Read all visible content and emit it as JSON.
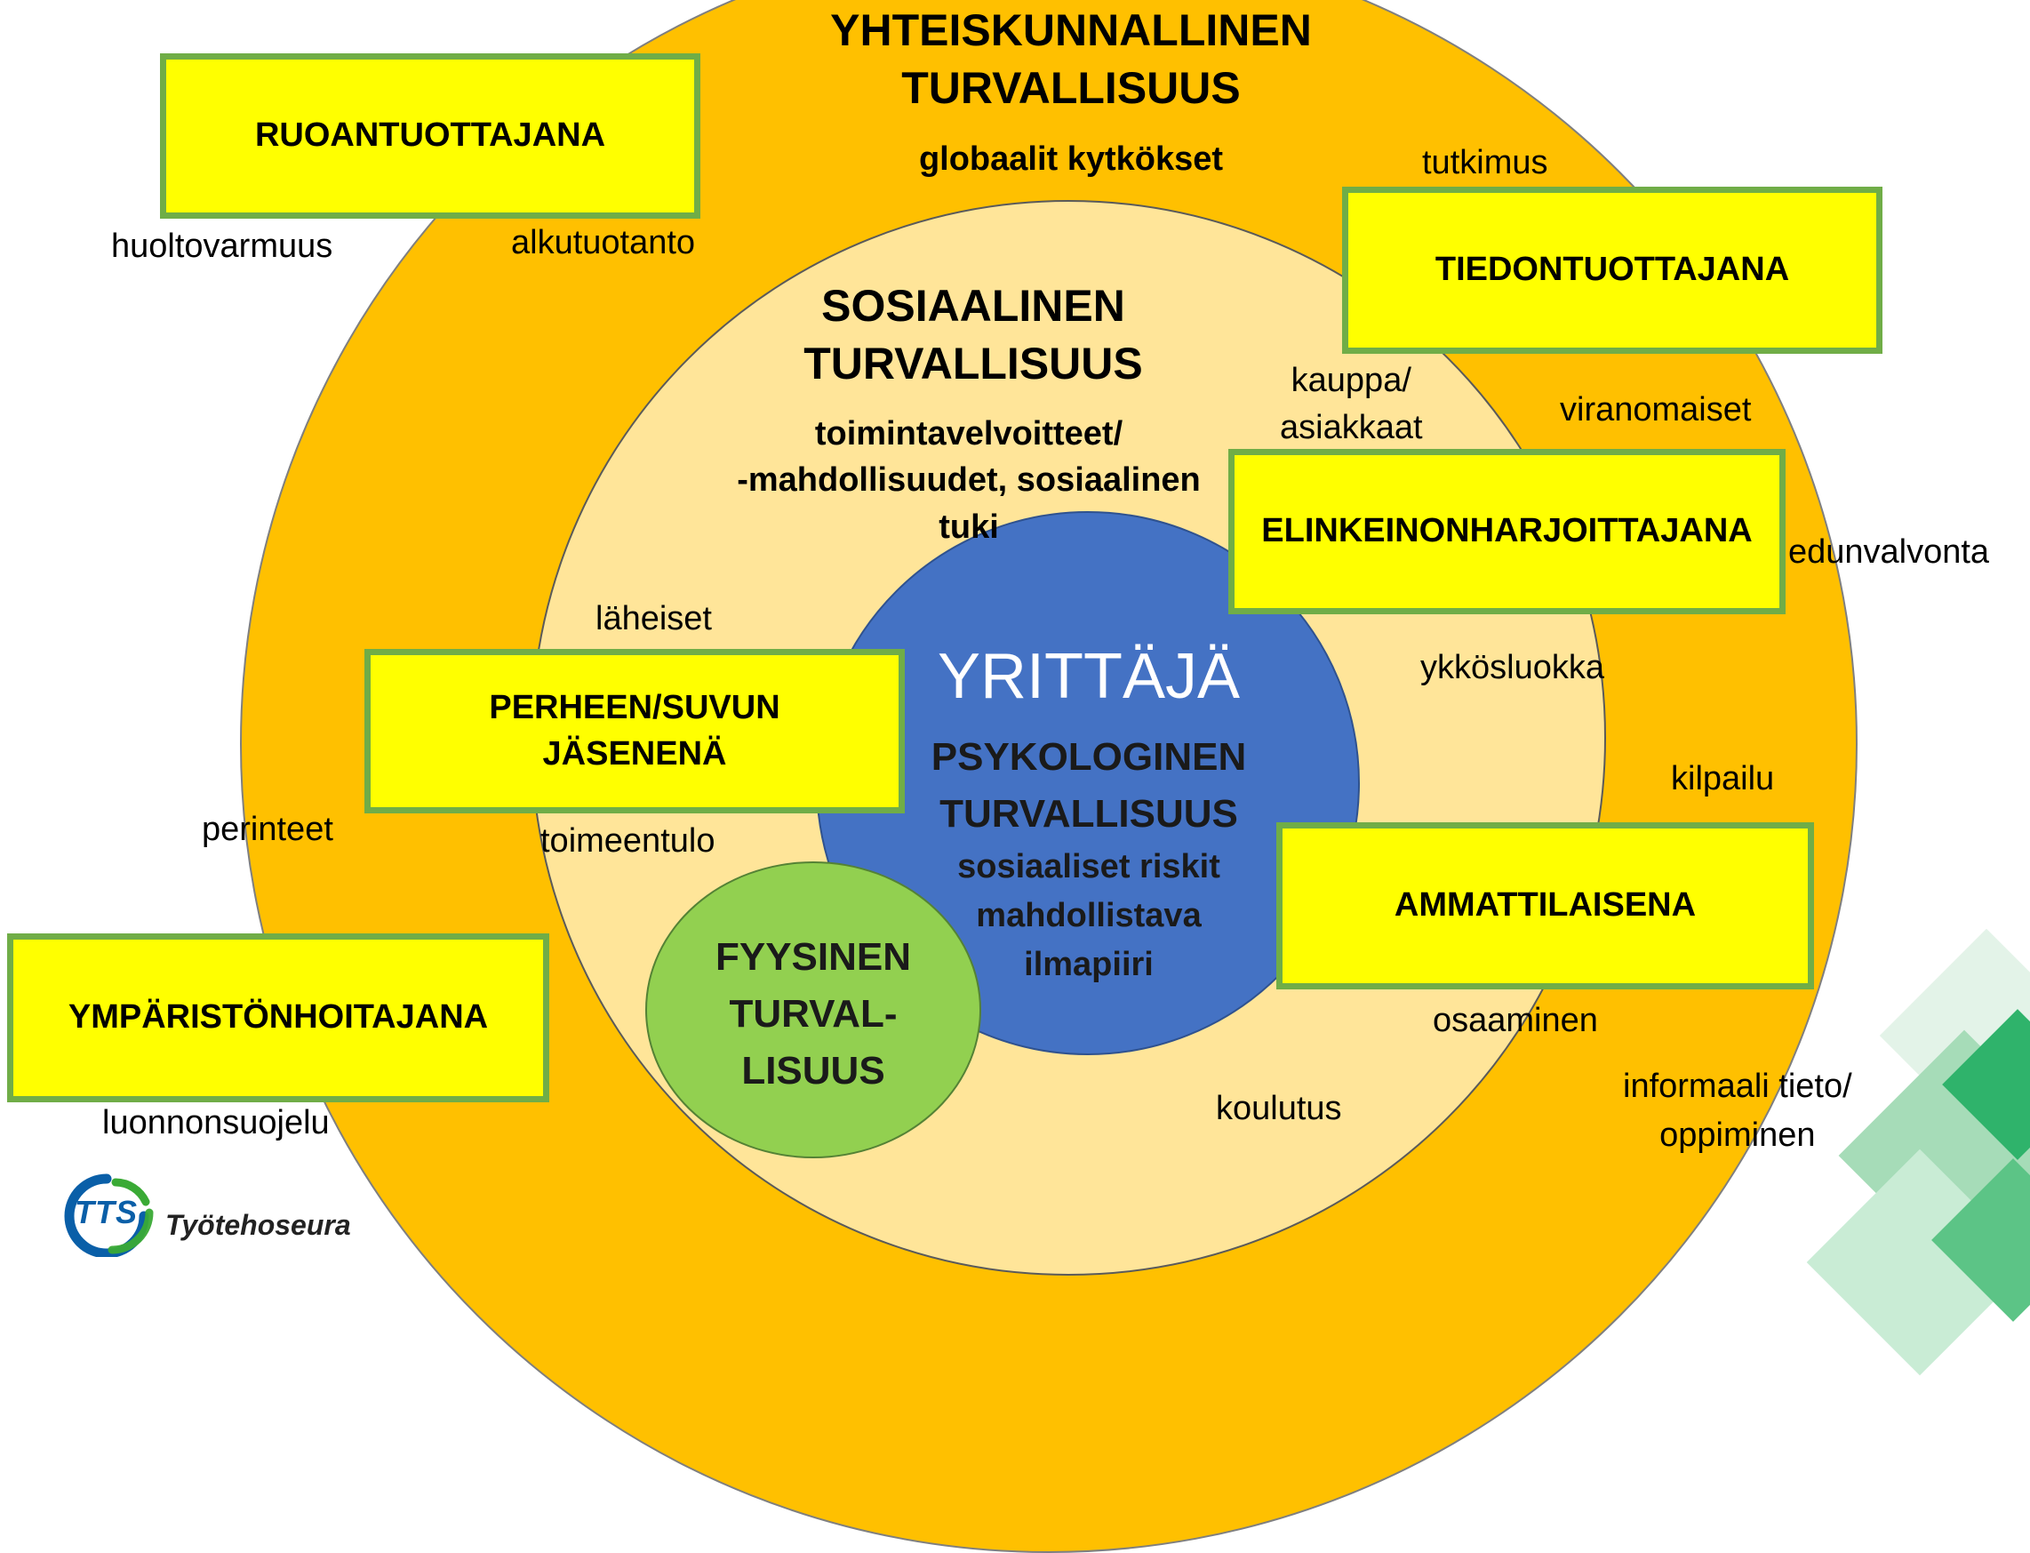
{
  "rings": {
    "outer": {
      "title_line1": "YHTEISKUNNALLINEN",
      "title_line2": "TURVALLISUUS",
      "subtitle": "globaalit kytkökset",
      "color": "#ffc000"
    },
    "middle": {
      "title_line1": "SOSIAALINEN",
      "title_line2": "TURVALLISUUS",
      "subtitle_line1": "toimintavelvoitteet/",
      "subtitle_line2": "-mahdollisuudet, sosiaalinen",
      "subtitle_line3": "tuki",
      "color": "#ffe599"
    },
    "core": {
      "name": "YRITTÄJÄ",
      "title_line1": "PSYKOLOGINEN",
      "title_line2": "TURVALLISUUS",
      "sub_line1": "sosiaaliset riskit",
      "sub_line2": "mahdollistava",
      "sub_line3": "ilmapiiri",
      "color": "#4472c4"
    },
    "physical": {
      "line1": "FYYSINEN",
      "line2": "TURVAL-",
      "line3": "LISUUS",
      "color": "#92d050"
    }
  },
  "roles": {
    "food": "RUOANTUOTTAJANA",
    "knowledge": "TIEDONTUOTTAJANA",
    "business": "ELINKEINONHARJOITTAJANA",
    "family_line1": "PERHEEN/SUVUN",
    "family_line2": "JÄSENENÄ",
    "professional": "AMMATTILAISENA",
    "environment": "YMPÄRISTÖNHOITAJANA"
  },
  "keywords": {
    "huoltovarmuus": "huoltovarmuus",
    "alkutuotanto": "alkutuotanto",
    "tutkimus": "tutkimus",
    "kauppa_line1": "kauppa/",
    "kauppa_line2": "asiakkaat",
    "viranomaiset": "viranomaiset",
    "edunvalvonta": "edunvalvonta",
    "laheiset": "läheiset",
    "ykkosluokka": "ykkösluokka",
    "kilpailu": "kilpailu",
    "perinteet": "perinteet",
    "toimeentulo": "toimeentulo",
    "osaaminen": "osaaminen",
    "informaali_line1": "informaali tieto/",
    "informaali_line2": "oppiminen",
    "koulutus": "koulutus",
    "luonnonsuojelu": "luonnonsuojelu"
  },
  "logo": {
    "mark": "TTS",
    "name": "Työtehoseura"
  },
  "colors": {
    "box_fill": "#ffff00",
    "box_border": "#70ad47",
    "logo_blue": "#0a5fa8",
    "logo_green": "#3aaa35"
  }
}
